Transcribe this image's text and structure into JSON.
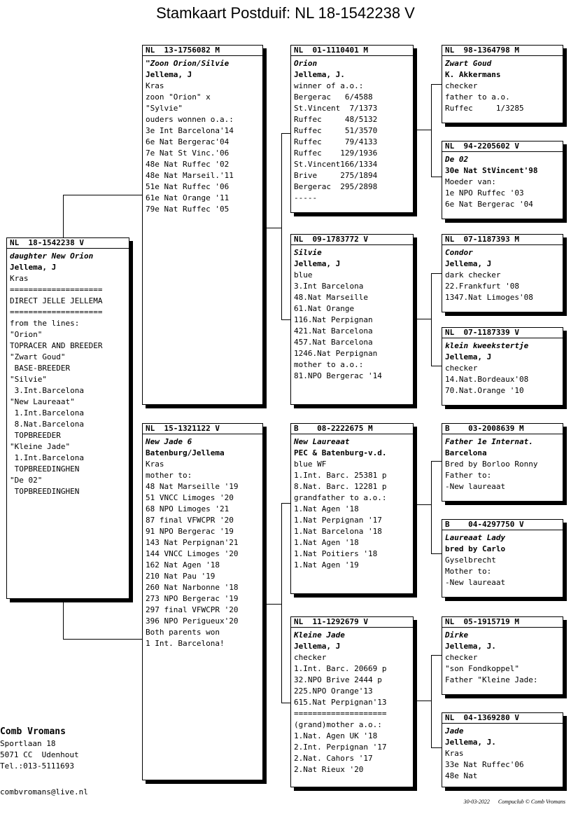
{
  "title": "Stamkaart Postduif: NL  18-1542238 V",
  "boxes": {
    "subject": {
      "header": "NL  18-1542238 V",
      "lines": [
        {
          "t": "daughter New Orion",
          "s": "it"
        },
        {
          "t": "Jellema, J",
          "s": "b"
        },
        {
          "t": "Kras",
          "s": ""
        },
        {
          "t": "====================",
          "s": ""
        },
        {
          "t": "DIRECT JELLE JELLEMA",
          "s": ""
        },
        {
          "t": "====================",
          "s": ""
        },
        {
          "t": "from the lines:",
          "s": ""
        },
        {
          "t": "\"Orion\"",
          "s": ""
        },
        {
          "t": "TOPRACER AND BREEDER",
          "s": ""
        },
        {
          "t": "\"Zwart Goud\"",
          "s": ""
        },
        {
          "t": " BASE-BREEDER",
          "s": ""
        },
        {
          "t": "\"Silvie\"",
          "s": ""
        },
        {
          "t": " 3.Int.Barcelona",
          "s": ""
        },
        {
          "t": "\"New Laureaat\"",
          "s": ""
        },
        {
          "t": " 1.Int.Barcelona",
          "s": ""
        },
        {
          "t": " 8.Nat.Barcelona",
          "s": ""
        },
        {
          "t": " TOPBREEDER",
          "s": ""
        },
        {
          "t": "\"Kleine Jade\"",
          "s": ""
        },
        {
          "t": " 1.Int.Barcelona",
          "s": ""
        },
        {
          "t": " TOPBREEDINGHEN",
          "s": ""
        },
        {
          "t": "\"De 02\"",
          "s": ""
        },
        {
          "t": " TOPBREEDINGHEN",
          "s": ""
        }
      ]
    },
    "sire": {
      "header": "NL  13-1756082 M",
      "lines": [
        {
          "t": "\"Zoon Orion/Silvie",
          "s": "it"
        },
        {
          "t": "Jellema, J",
          "s": "b"
        },
        {
          "t": "Kras",
          "s": ""
        },
        {
          "t": "zoon \"Orion\" x",
          "s": ""
        },
        {
          "t": "\"Sylvie\"",
          "s": ""
        },
        {
          "t": "ouders wonnen o.a.:",
          "s": ""
        },
        {
          "t": "3e Int Barcelona'14",
          "s": ""
        },
        {
          "t": "6e Nat Bergerac'04",
          "s": ""
        },
        {
          "t": "7e Nat St Vinc.'06",
          "s": ""
        },
        {
          "t": "48e Nat Ruffec '02",
          "s": ""
        },
        {
          "t": "48e Nat Marseil.'11",
          "s": ""
        },
        {
          "t": "51e Nat Ruffec '06",
          "s": ""
        },
        {
          "t": "61e Nat Orange '11",
          "s": ""
        },
        {
          "t": "79e Nat Ruffec '05",
          "s": ""
        }
      ]
    },
    "dam": {
      "header": "NL  15-1321122 V",
      "lines": [
        {
          "t": "New Jade 6",
          "s": "it"
        },
        {
          "t": "Batenburg/Jellema",
          "s": "b"
        },
        {
          "t": "Kras",
          "s": ""
        },
        {
          "t": "mother to:",
          "s": ""
        },
        {
          "t": "48 Nat Marseille '19",
          "s": ""
        },
        {
          "t": "51 VNCC Limoges '20",
          "s": ""
        },
        {
          "t": "68 NPO Limoges '21",
          "s": ""
        },
        {
          "t": "87 final VFWCPR '20",
          "s": ""
        },
        {
          "t": "91 NPO Bergerac '19",
          "s": ""
        },
        {
          "t": "143 Nat Perpignan'21",
          "s": ""
        },
        {
          "t": "144 VNCC Limoges '20",
          "s": ""
        },
        {
          "t": "162 Nat Agen '18",
          "s": ""
        },
        {
          "t": "210 Nat Pau '19",
          "s": ""
        },
        {
          "t": "260 Nat Narbonne '18",
          "s": ""
        },
        {
          "t": "273 NPO Bergerac '19",
          "s": ""
        },
        {
          "t": "297 final VFWCPR '20",
          "s": ""
        },
        {
          "t": "396 NPO Perigueux'20",
          "s": ""
        },
        {
          "t": "Both parents won",
          "s": ""
        },
        {
          "t": "1 Int. Barcelona!",
          "s": ""
        }
      ]
    },
    "ss": {
      "header": "NL  01-1110401 M",
      "lines": [
        {
          "t": "Orion",
          "s": "it"
        },
        {
          "t": "Jellema, J.",
          "s": "b"
        },
        {
          "t": "winner of a.o.:",
          "s": ""
        },
        {
          "t": "Bergerac   6/4588",
          "s": ""
        },
        {
          "t": "St.Vincent  7/1373",
          "s": ""
        },
        {
          "t": "Ruffec     48/5132",
          "s": ""
        },
        {
          "t": "Ruffec     51/3570",
          "s": ""
        },
        {
          "t": "Ruffec     79/4133",
          "s": ""
        },
        {
          "t": "Ruffec    129/1936",
          "s": ""
        },
        {
          "t": "St.Vincent166/1334",
          "s": ""
        },
        {
          "t": "Brive     275/1894",
          "s": ""
        },
        {
          "t": "Bergerac  295/2898",
          "s": ""
        },
        {
          "t": "-----",
          "s": ""
        }
      ]
    },
    "sd": {
      "header": "NL  09-1783772 V",
      "lines": [
        {
          "t": "Silvie",
          "s": "it"
        },
        {
          "t": "Jellema, J",
          "s": "b"
        },
        {
          "t": "blue",
          "s": ""
        },
        {
          "t": "3.Int Barcelona",
          "s": ""
        },
        {
          "t": "48.Nat Marseille",
          "s": ""
        },
        {
          "t": "61.Nat Orange",
          "s": ""
        },
        {
          "t": "116.Nat Perpignan",
          "s": ""
        },
        {
          "t": "421.Nat Barcelona",
          "s": ""
        },
        {
          "t": "457.Nat Barcelona",
          "s": ""
        },
        {
          "t": "1246.Nat Perpignan",
          "s": ""
        },
        {
          "t": "mother to a.o.:",
          "s": ""
        },
        {
          "t": "81.NPO Bergerac '14",
          "s": ""
        }
      ]
    },
    "ds": {
      "header": "B    08-2222675 M",
      "lines": [
        {
          "t": "New Laureaat",
          "s": "it"
        },
        {
          "t": "PEC & Batenburg-v.d.",
          "s": "b"
        },
        {
          "t": "blue WF",
          "s": ""
        },
        {
          "t": "1.Int. Barc. 25381 p",
          "s": ""
        },
        {
          "t": "8.Nat. Barc. 12281 p",
          "s": ""
        },
        {
          "t": "grandfather to a.o.:",
          "s": ""
        },
        {
          "t": "1.Nat Agen '18",
          "s": ""
        },
        {
          "t": "1.Nat Perpignan '17",
          "s": ""
        },
        {
          "t": "1.Nat Barcelona '18",
          "s": ""
        },
        {
          "t": "1.Nat Agen '18",
          "s": ""
        },
        {
          "t": "1.Nat Poitiers '18",
          "s": ""
        },
        {
          "t": "1.Nat Agen '19",
          "s": ""
        }
      ]
    },
    "dd": {
      "header": "NL  11-1292679 V",
      "lines": [
        {
          "t": "Kleine Jade",
          "s": "it"
        },
        {
          "t": "Jellema, J",
          "s": "b"
        },
        {
          "t": "checker",
          "s": ""
        },
        {
          "t": "1.Int. Barc. 20669 p",
          "s": ""
        },
        {
          "t": "32.NPO Brive 2444 p",
          "s": ""
        },
        {
          "t": "225.NPO Orange'13",
          "s": ""
        },
        {
          "t": "615.Nat Perpignan'13",
          "s": ""
        },
        {
          "t": "====================",
          "s": ""
        },
        {
          "t": "(grand)mother a.o.:",
          "s": ""
        },
        {
          "t": "1.Nat. Agen UK '18",
          "s": ""
        },
        {
          "t": "2.Int. Perpignan '17",
          "s": ""
        },
        {
          "t": "2.Nat. Cahors '17",
          "s": ""
        },
        {
          "t": "2.Nat Rieux '20",
          "s": ""
        }
      ]
    },
    "sss": {
      "header": "NL  98-1364798 M",
      "lines": [
        {
          "t": "Zwart Goud",
          "s": "it"
        },
        {
          "t": "K. Akkermans",
          "s": "b"
        },
        {
          "t": "checker",
          "s": ""
        },
        {
          "t": "father to a.o.",
          "s": ""
        },
        {
          "t": "Ruffec     1/3285",
          "s": ""
        }
      ]
    },
    "ssd": {
      "header": "NL  94-2205602 V",
      "lines": [
        {
          "t": "De 02",
          "s": "it"
        },
        {
          "t": "30e Nat StVincent'98",
          "s": "b"
        },
        {
          "t": "Moeder van:",
          "s": ""
        },
        {
          "t": "1e NPO Ruffec '03",
          "s": ""
        },
        {
          "t": "6e Nat Bergerac '04",
          "s": ""
        }
      ]
    },
    "sds": {
      "header": "NL  07-1187393 M",
      "lines": [
        {
          "t": "Condor",
          "s": "it"
        },
        {
          "t": "Jellema, J",
          "s": "b"
        },
        {
          "t": "dark checker",
          "s": ""
        },
        {
          "t": "22.Frankfurt '08",
          "s": ""
        },
        {
          "t": "1347.Nat Limoges'08",
          "s": ""
        }
      ]
    },
    "sdd": {
      "header": "NL  07-1187339 V",
      "lines": [
        {
          "t": "klein kweekstertje",
          "s": "it"
        },
        {
          "t": "Jellema, J",
          "s": "b"
        },
        {
          "t": "checker",
          "s": ""
        },
        {
          "t": "14.Nat.Bordeaux'08",
          "s": ""
        },
        {
          "t": "70.Nat.Orange '10",
          "s": ""
        }
      ]
    },
    "dss": {
      "header": "B    03-2008639 M",
      "lines": [
        {
          "t": "Father 1e Internat.",
          "s": "it"
        },
        {
          "t": "Barcelona",
          "s": "b"
        },
        {
          "t": "Bred by Borloo Ronny",
          "s": ""
        },
        {
          "t": "Father to:",
          "s": ""
        },
        {
          "t": "-New laureaat",
          "s": ""
        }
      ]
    },
    "dsd": {
      "header": "B    04-4297750 V",
      "lines": [
        {
          "t": "Laureaat Lady",
          "s": "it"
        },
        {
          "t": "bred by Carlo",
          "s": "b"
        },
        {
          "t": "Gyselbrecht",
          "s": ""
        },
        {
          "t": "Mother to:",
          "s": ""
        },
        {
          "t": "-New laureaat",
          "s": ""
        }
      ]
    },
    "dds": {
      "header": "NL  05-1915719 M",
      "lines": [
        {
          "t": "Dirke",
          "s": "it"
        },
        {
          "t": "Jellema, J.",
          "s": "b"
        },
        {
          "t": "checker",
          "s": ""
        },
        {
          "t": "\"son Fondkoppel\"",
          "s": ""
        },
        {
          "t": "Father \"Kleine Jade:",
          "s": ""
        }
      ]
    },
    "ddd": {
      "header": "NL  04-1369280 V",
      "lines": [
        {
          "t": "Jade",
          "s": "it"
        },
        {
          "t": "Jellema, J.",
          "s": "b"
        },
        {
          "t": "Kras",
          "s": ""
        },
        {
          "t": "33e Nat Ruffec'06",
          "s": ""
        },
        {
          "t": "48e Nat",
          "s": ""
        }
      ]
    }
  },
  "owner": {
    "name": "Comb Vromans",
    "street": "Sportlaan 18",
    "city": "5071 CC  Udenhout",
    "phone": "Tel.:013-5111693",
    "email": "combvromans@live.nl"
  },
  "footer": {
    "date": "30-03-2022",
    "credit": "Compuclub © Comb Vromans"
  }
}
